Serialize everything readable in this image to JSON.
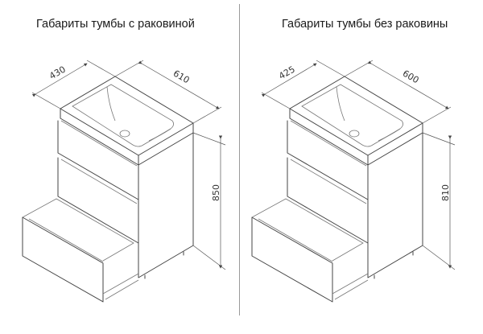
{
  "panels": [
    {
      "title": "Габариты тумбы с раковиной",
      "dimensions": {
        "depth": "430",
        "width": "610",
        "height": "850"
      }
    },
    {
      "title": "Габариты тумбы без раковины",
      "dimensions": {
        "depth": "425",
        "width": "600",
        "height": "810"
      }
    }
  ],
  "colors": {
    "line": "#444444",
    "divider": "#9a9a9a",
    "background": "#ffffff"
  }
}
